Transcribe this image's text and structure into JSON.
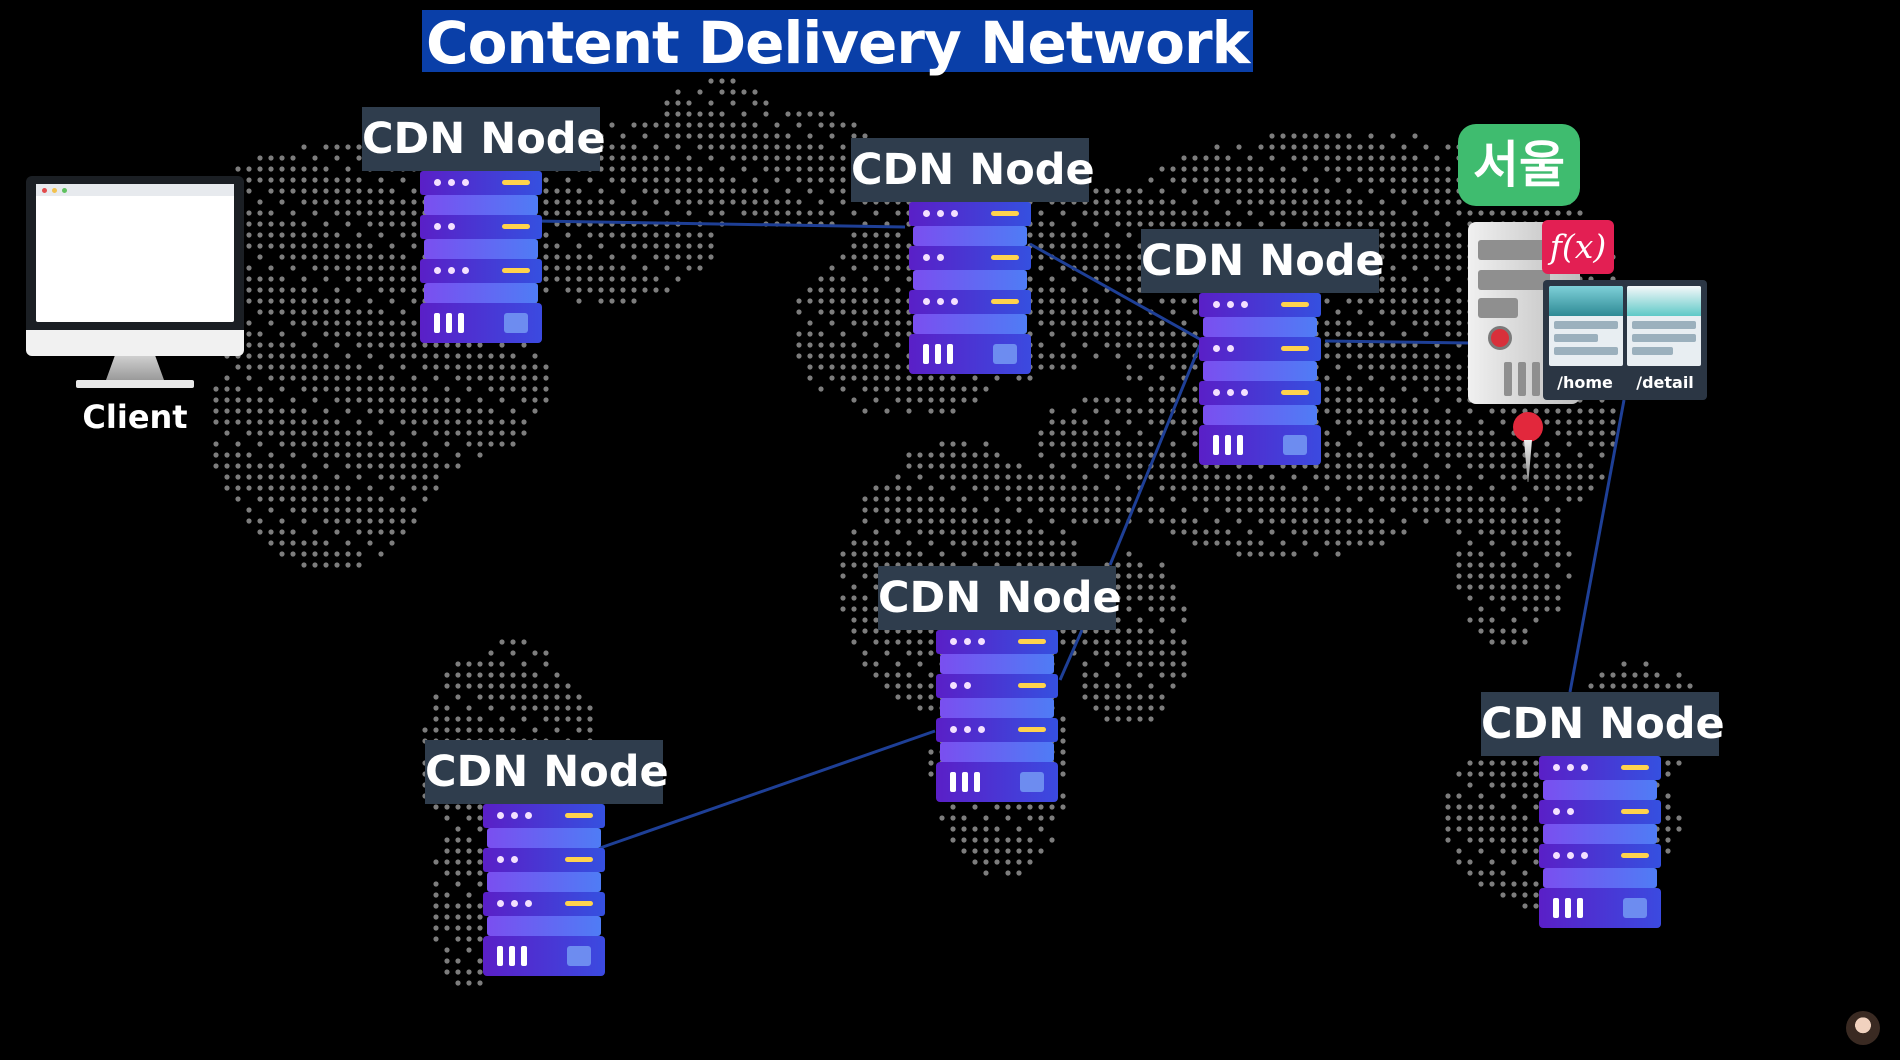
{
  "title": "Content Delivery Network",
  "client": {
    "label": "Client"
  },
  "nodes": [
    {
      "id": "node-1",
      "label": "CDN Node"
    },
    {
      "id": "node-2",
      "label": "CDN Node"
    },
    {
      "id": "node-3",
      "label": "CDN Node"
    },
    {
      "id": "node-4",
      "label": "CDN Node"
    },
    {
      "id": "node-5",
      "label": "CDN Node"
    },
    {
      "id": "node-6",
      "label": "CDN Node"
    }
  ],
  "origin": {
    "location_label": "서울",
    "function_label": "f(x)",
    "pages": [
      "/home",
      "/detail"
    ]
  },
  "colors": {
    "background": "#000000",
    "title_highlight": "#0a3fa8",
    "node_label_bg": "#2f3d4d",
    "link_line": "#1e3f96",
    "seoul_badge": "#3fbc6f",
    "function_badge": "#e31f53",
    "pin": "#e2283c"
  }
}
